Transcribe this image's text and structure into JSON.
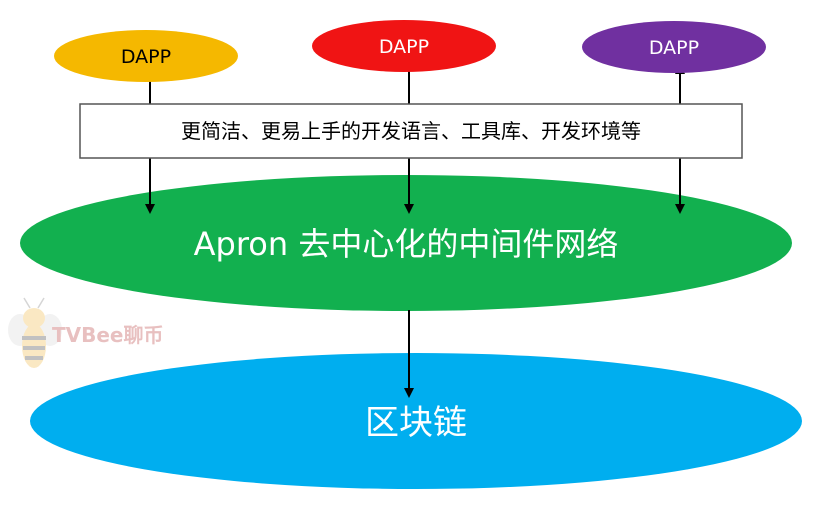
{
  "dapps": [
    {
      "label": "DAPP",
      "color": "#f5b800"
    },
    {
      "label": "DAPP",
      "color": "#f01414"
    },
    {
      "label": "DAPP",
      "color": "#7030a0"
    }
  ],
  "tooling_box": {
    "label": "更简洁、更易上手的开发语言、工具库、开发环境等"
  },
  "apron_layer": {
    "label": "Apron  去中心化的中间件网络",
    "color": "#12b04f"
  },
  "blockchain_layer": {
    "label": "区块链",
    "color": "#00aeef"
  },
  "watermark": {
    "label": "TVBee聊币",
    "icon": "bee-icon"
  }
}
